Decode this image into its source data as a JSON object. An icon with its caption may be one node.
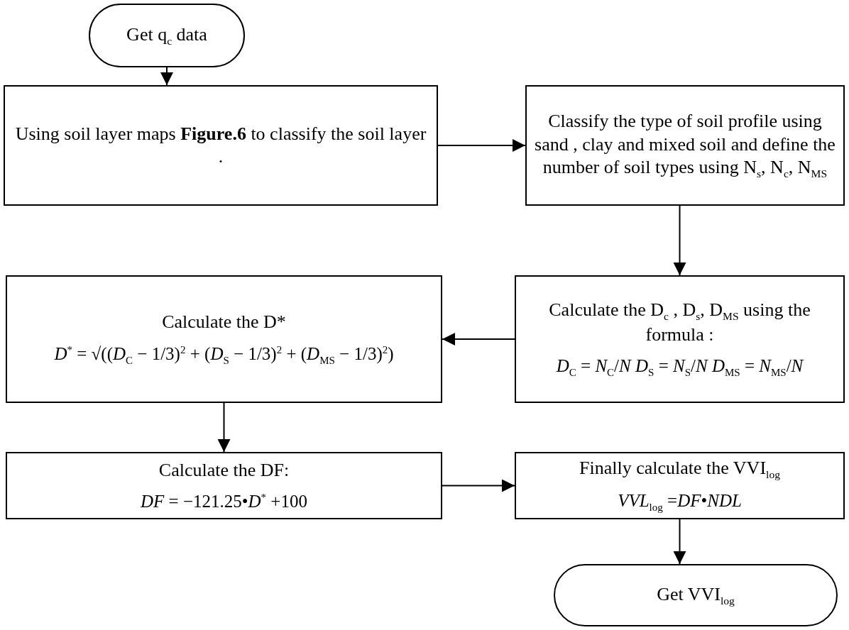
{
  "diagram": {
    "nodes": [
      {
        "text": [
          "Get q$_{c}$ data"
        ]
      },
      {
        "text": [
          "Using soil layer maps **Figure.6** to classify the soil layer ."
        ]
      },
      {
        "text": [
          "Classify the type of soil profile using  sand , clay and mixed soil and define the number of soil types using N$_{s}$, N$_{c}$, N$_{MS}$"
        ]
      },
      {
        "text": [
          "Calculate the D$_{c}$ , D$_{s}$, D$_{MS}$ using the formula :",
          "*D*$_{C}$ = *N*$_{C}$/*N* *D*$_{S}$ = *N*$_{S}$/*N* *D*$_{MS}$ = *N*$_{MS}$/*N*"
        ]
      },
      {
        "text": [
          "Calculate the D*",
          "*D*$^{*}$ = √((*D*$_{C}$ − 1/3)$^{2}$ + (*D*$_{S}$ − 1/3)$^{2}$ + (*D*$_{MS}$ − 1/3)$^{2}$)"
        ]
      },
      {
        "text": [
          "Calculate the DF:",
          "*DF* = −121.25•*D*$^{*}$ +100"
        ]
      },
      {
        "text": [
          "Finally calculate the VVI$_{log}$",
          "*VVL*$_{log}$ =*DF*•*NDL*"
        ]
      },
      {
        "text": [
          "Get VVI$_{log}$"
        ]
      }
    ],
    "edges": [
      {
        "from": 0,
        "to": 1,
        "arrow": "to"
      },
      {
        "from": 1,
        "to": 2,
        "arrow": "to"
      },
      {
        "from": 2,
        "to": 3,
        "arrow": "to"
      },
      {
        "from": 3,
        "to": 4,
        "arrow": "to"
      },
      {
        "from": 4,
        "to": 5,
        "arrow": "to"
      },
      {
        "from": 5,
        "to": 6,
        "arrow": "to"
      },
      {
        "from": 6,
        "to": 7,
        "arrow": "to"
      }
    ]
  }
}
